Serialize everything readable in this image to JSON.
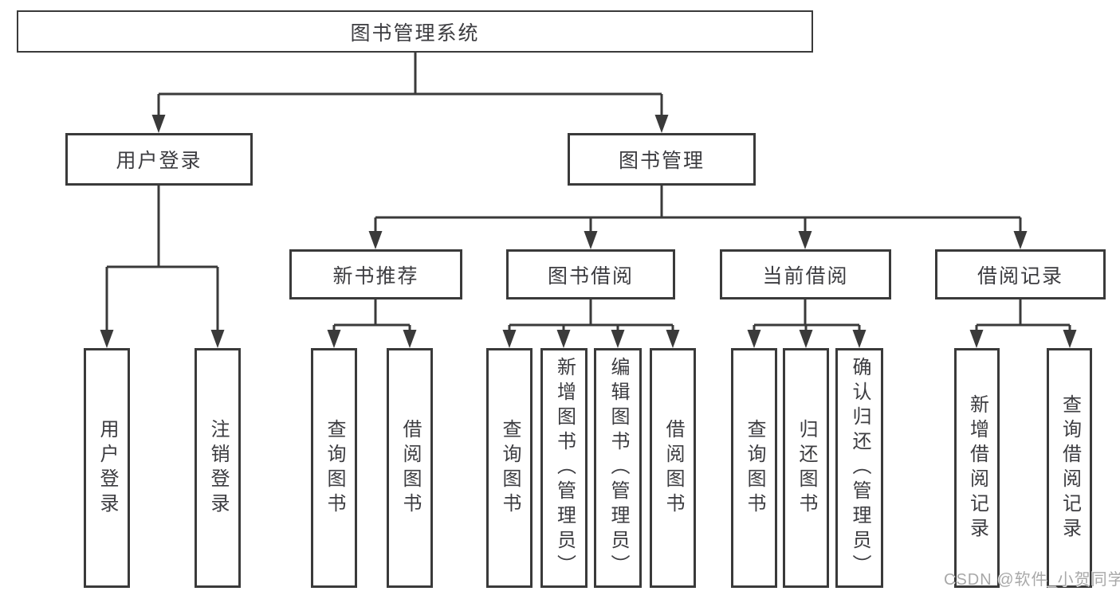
{
  "diagram": {
    "tree": {
      "label": "图书管理系统",
      "children": [
        {
          "label": "用户登录",
          "children": [
            {
              "label": "用户登录"
            },
            {
              "label": "注销登录"
            }
          ]
        },
        {
          "label": "图书管理",
          "children": [
            {
              "label": "新书推荐",
              "children": [
                {
                  "label": "查询图书"
                },
                {
                  "label": "借阅图书"
                }
              ]
            },
            {
              "label": "图书借阅",
              "children": [
                {
                  "label": "查询图书"
                },
                {
                  "label": "新增图书（管理员）"
                },
                {
                  "label": "编辑图书（管理员）"
                },
                {
                  "label": "借阅图书"
                }
              ]
            },
            {
              "label": "当前借阅",
              "children": [
                {
                  "label": "查询图书"
                },
                {
                  "label": "归还图书"
                },
                {
                  "label": "确认归还（管理员）"
                }
              ]
            },
            {
              "label": "借阅记录",
              "children": [
                {
                  "label": "新增借阅记录"
                },
                {
                  "label": "查询借阅记录"
                }
              ]
            }
          ]
        }
      ]
    },
    "watermark": "CSDN @软件_小贺同学",
    "colors": {
      "line": "#3a3a3a",
      "box_border": "#3a3a3a",
      "box_fill": "#ffffff",
      "text": "#3c3c40",
      "watermark": "#a8a8a8",
      "background": "#ffffff"
    }
  }
}
